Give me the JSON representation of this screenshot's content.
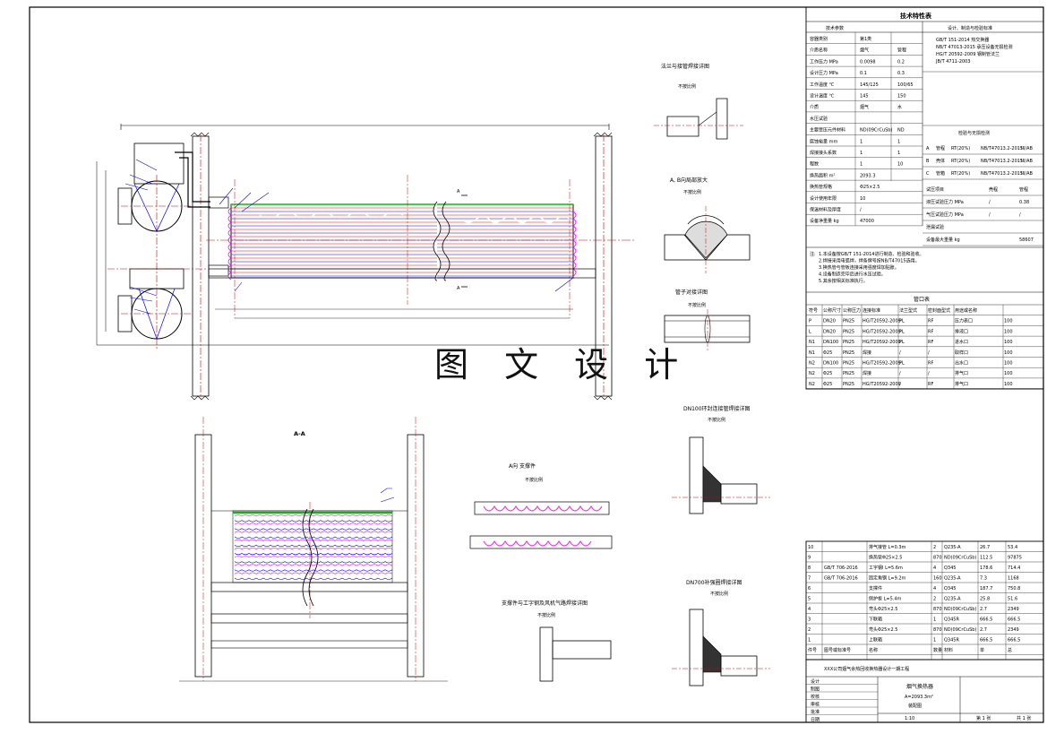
{
  "watermark": "图 文 设 计",
  "views": {
    "section_aa": "A-A",
    "section_bb": "A, B向局部放大",
    "detail_flange": "法兰与接管焊接详图",
    "detail_tube": "管子对接详图",
    "detail_dn100": "DN100环封连接管焊接详图",
    "detail_dn700": "DN700补强圈焊接详图",
    "detail_support": "支撑件与工字钢及风机气路焊接详图",
    "detail_a": "A向 支撑件",
    "scale_note": "不按比例"
  },
  "spec_table": {
    "title": "技术特性表",
    "header": [
      "技术参数",
      "",
      "",
      "设计、制造与检验标准"
    ],
    "rows": [
      [
        "容器类别",
        "第1类",
        ""
      ],
      [
        "介质名称",
        "烟气",
        "管程"
      ],
      [
        "工作压力 MPa",
        "0.0098",
        "0.2"
      ],
      [
        "设计压力 MPa",
        "0.1",
        "0.3"
      ],
      [
        "工作温度 ℃",
        "145/125",
        "100/65"
      ],
      [
        "设计温度 ℃",
        "145",
        "150"
      ],
      [
        "介质",
        "烟气",
        "水"
      ],
      [
        "水压试验",
        "",
        ""
      ],
      [
        "主要受压元件材料",
        "ND(09CrCuSb)",
        "ND"
      ],
      [
        "腐蚀裕量 mm",
        "1",
        "1"
      ],
      [
        "焊接接头系数",
        "1",
        "1"
      ],
      [
        "程数",
        "1",
        "10"
      ],
      [
        "换热面积 m²",
        "2093.3",
        ""
      ],
      [
        "换热管规格",
        "Φ25×2.5",
        ""
      ],
      [
        "设计使用年限",
        "10",
        ""
      ],
      [
        "保温材料及厚度",
        "/",
        ""
      ],
      [
        "设备净重量 kg",
        "47000",
        ""
      ]
    ],
    "standards": [
      "GB/T 151-2014 热交换器",
      "NB/T 47013-2015 承压设备无损检测",
      "HG/T 20592-2009 钢制管法兰",
      "JB/T 4711-2003"
    ],
    "inspection_title": "检验与无损检测",
    "inspection_rows": [
      [
        "A",
        "管程",
        "RT(20%)",
        "NB/T47013.2-2015",
        "III/AB"
      ],
      [
        "B",
        "壳体",
        "RT(20%)",
        "NB/T47013.2-2015",
        "III/AB"
      ],
      [
        "C",
        "管箱",
        "RT(20%)",
        "NB/T47013.2-2015",
        "III/AB"
      ]
    ],
    "pressure_rows": [
      [
        "试压项目",
        "壳程",
        "管程"
      ],
      [
        "液压试验压力 MPa",
        "/",
        "0.38"
      ],
      [
        "气压试验压力 MPa",
        "/",
        "/"
      ],
      [
        "泄漏试验",
        "",
        ""
      ],
      [
        "设备最大重量 kg",
        "",
        "58607"
      ]
    ],
    "notes_label": "注:",
    "notes": [
      "1.本设备按GB/T 151-2014进行制造、检验和验收。",
      "2.焊接采用电弧焊，焊条牌号按NB/T47015选用。",
      "3.换热管与管板连接采用强度焊加贴胀。",
      "4.设备制造完毕后进行水压试验。",
      "5.其余按相关标准执行。"
    ]
  },
  "nozzle_table": {
    "title": "管口表",
    "header": [
      "符号",
      "公称尺寸",
      "公称压力",
      "连接标准",
      "法兰型式",
      "密封面型式",
      "用途或名称",
      ""
    ],
    "rows": [
      [
        "P",
        "DN20",
        "PN25",
        "HG/T20592-2009",
        "PL",
        "RF",
        "压力表口",
        "100"
      ],
      [
        "L",
        "DN20",
        "PN25",
        "HG/T20592-2009",
        "PL",
        "RF",
        "排液口",
        "100"
      ],
      [
        "N1",
        "DN100",
        "PN25",
        "HG/T20592-2009",
        "PL",
        "RF",
        "进水口",
        "100"
      ],
      [
        "N1",
        "Φ25",
        "PN25",
        "焊接",
        "/",
        "/",
        "取样口",
        "100"
      ],
      [
        "N2",
        "DN100",
        "PN25",
        "HG/T20592-2009",
        "PL",
        "RF",
        "出水口",
        "100"
      ],
      [
        "N2",
        "Φ25",
        "PN25",
        "焊接",
        "/",
        "/",
        "排气口",
        "100"
      ],
      [
        "N2",
        "Φ25",
        "PN25",
        "HG/T20592-2009",
        "/",
        "RF",
        "排气口",
        "100"
      ]
    ]
  },
  "parts_list": {
    "rows": [
      [
        "10",
        "",
        "排气接管 L=0.3m",
        "2",
        "Q235-A",
        "26.7",
        "53.4"
      ],
      [
        "9",
        "",
        "换热管Φ25×2.5",
        "870",
        "ND(09CrCuSb)",
        "112.5",
        "97875"
      ],
      [
        "8",
        "GB/T 706-2016",
        "工字钢I L=5.6m",
        "4",
        "Q345",
        "178.6",
        "714.4"
      ],
      [
        "7",
        "GB/T 706-2016",
        "固定角钢 L=9.2m",
        "160",
        "Q235-A",
        "7.3",
        "1168"
      ],
      [
        "6",
        "",
        "支撑件",
        "4",
        "Q345",
        "187.7",
        "750.8"
      ],
      [
        "5",
        "",
        "侧护板 L=5.4m",
        "2",
        "Q235-A",
        "25.8",
        "51.6"
      ],
      [
        "4",
        "",
        "弯头Φ25×2.5",
        "870",
        "ND(09CrCuSb)",
        "2.7",
        "2349"
      ],
      [
        "3",
        "",
        "下联箱",
        "1",
        "Q345R",
        "666.5",
        "666.5"
      ],
      [
        "2",
        "",
        "弯头Φ25×2.5",
        "870",
        "ND(09CrCuSb)",
        "2.7",
        "2349"
      ],
      [
        "1",
        "",
        "上联箱",
        "1",
        "Q345R",
        "666.5",
        "666.5"
      ]
    ],
    "header": [
      "件号",
      "图号或标准号",
      "名称",
      "数量",
      "材料",
      "单",
      "总"
    ]
  },
  "title_block": {
    "company": "XXX公司烟气余热回收换热器设计一期工程",
    "drawing_name": "烟气换热器",
    "area": "A=2093.3m²",
    "drawing_type": "装配图",
    "scale": "1:10",
    "sheet": "第 1 张",
    "total": "共 1 张",
    "roles": [
      "设计",
      "制图",
      "校核",
      "审核",
      "批准",
      "日期"
    ]
  },
  "colors": {
    "line": "#000000",
    "tube_red": "#ff0000",
    "tube_blue": "#0000ff",
    "green": "#00c000",
    "magenta": "#ff00ff",
    "center": "#d00000"
  }
}
